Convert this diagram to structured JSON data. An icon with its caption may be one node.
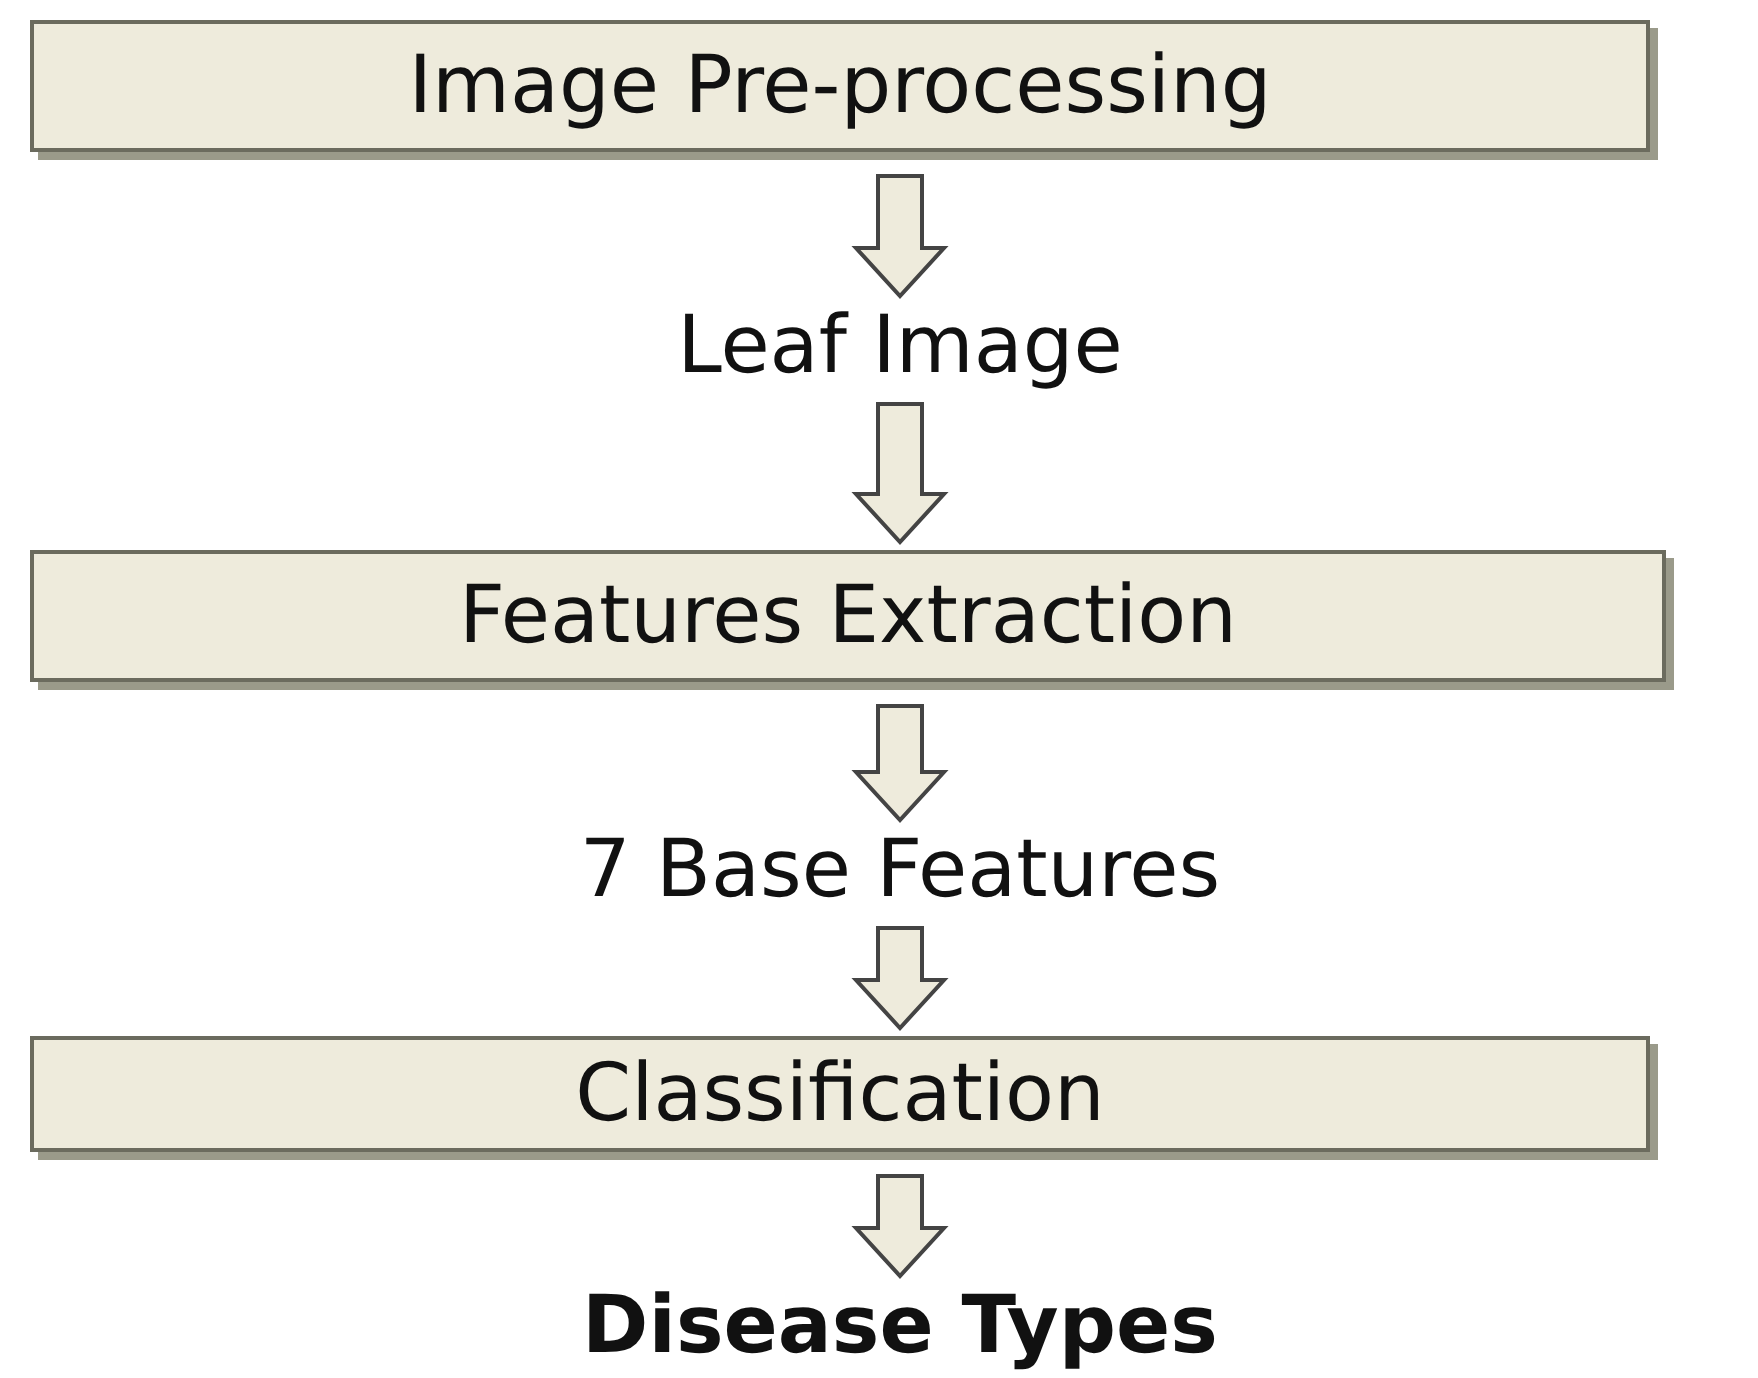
{
  "diagram": {
    "nodes": [
      {
        "text": [
          "Image Pre-processing"
        ]
      },
      {
        "text": [
          "Leaf Image"
        ]
      },
      {
        "text": [
          "Features Extraction"
        ]
      },
      {
        "text": [
          "7 Base Features"
        ]
      },
      {
        "text": [
          "Classification"
        ]
      },
      {
        "text": [
          "Disease Types"
        ]
      }
    ],
    "edges": [
      {
        "from": 0,
        "to": 1,
        "arrow": "to"
      },
      {
        "from": 1,
        "to": 2,
        "arrow": "to"
      },
      {
        "from": 2,
        "to": 3,
        "arrow": "to"
      },
      {
        "from": 3,
        "to": 4,
        "arrow": "to"
      },
      {
        "from": 4,
        "to": 5,
        "arrow": "to"
      }
    ]
  }
}
